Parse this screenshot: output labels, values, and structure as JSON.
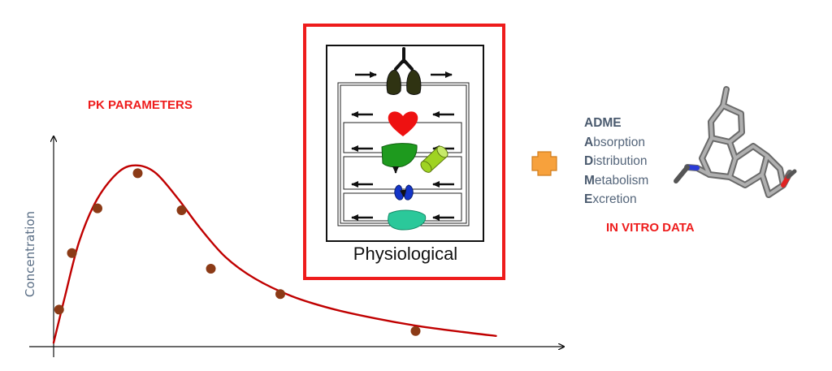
{
  "pk_panel": {
    "title": "PK PARAMETERS",
    "ylabel": "Concentration",
    "colors": {
      "curve": "#c00000",
      "points": "#8b3a16"
    }
  },
  "chart_data": {
    "type": "scatter",
    "title": "PK PARAMETERS",
    "xlabel": "",
    "ylabel": "Concentration",
    "xlim": [
      0,
      10
    ],
    "ylim": [
      0,
      10
    ],
    "series": [
      {
        "x": [
          0.15,
          0.5,
          1.2,
          2.3,
          3.5,
          4.3,
          6.2,
          9.9
        ],
        "y": [
          1.9,
          4.8,
          7.1,
          8.9,
          7.0,
          4.0,
          2.7,
          0.8
        ]
      }
    ],
    "fit_curve": {
      "x": [
        0,
        0.3,
        0.7,
        1.2,
        1.8,
        2.3,
        2.8,
        3.4,
        4.0,
        4.7,
        5.5,
        6.5,
        7.6,
        8.8,
        10.0,
        11.2,
        12.1
      ],
      "y": [
        0.2,
        2.5,
        5.4,
        7.6,
        9.0,
        9.3,
        8.9,
        7.6,
        6.1,
        4.6,
        3.5,
        2.6,
        1.95,
        1.45,
        1.05,
        0.75,
        0.55
      ]
    }
  },
  "pbpk_panel": {
    "label": "Physiological",
    "border_color": "#ee1c1c",
    "organ_colors": {
      "lungs": "#2f3312",
      "heart": "#ee1111",
      "liver": "#1e9a1e",
      "gut": "#9fd322",
      "kidneys": "#1435c8",
      "tissue": "#2bc89a"
    }
  },
  "connector": {
    "shape": "plus",
    "color": "#f7a13c"
  },
  "adme": {
    "heading": "ADME",
    "items": [
      {
        "initial": "A",
        "rest": "bsorption"
      },
      {
        "initial": "D",
        "rest": "istribution"
      },
      {
        "initial": "M",
        "rest": "etabolism"
      },
      {
        "initial": "E",
        "rest": "xcretion"
      }
    ],
    "title": "IN VITRO DATA"
  },
  "molecule": {
    "depiction": "3d-stick-molecule",
    "color": "#8a8a8a"
  }
}
